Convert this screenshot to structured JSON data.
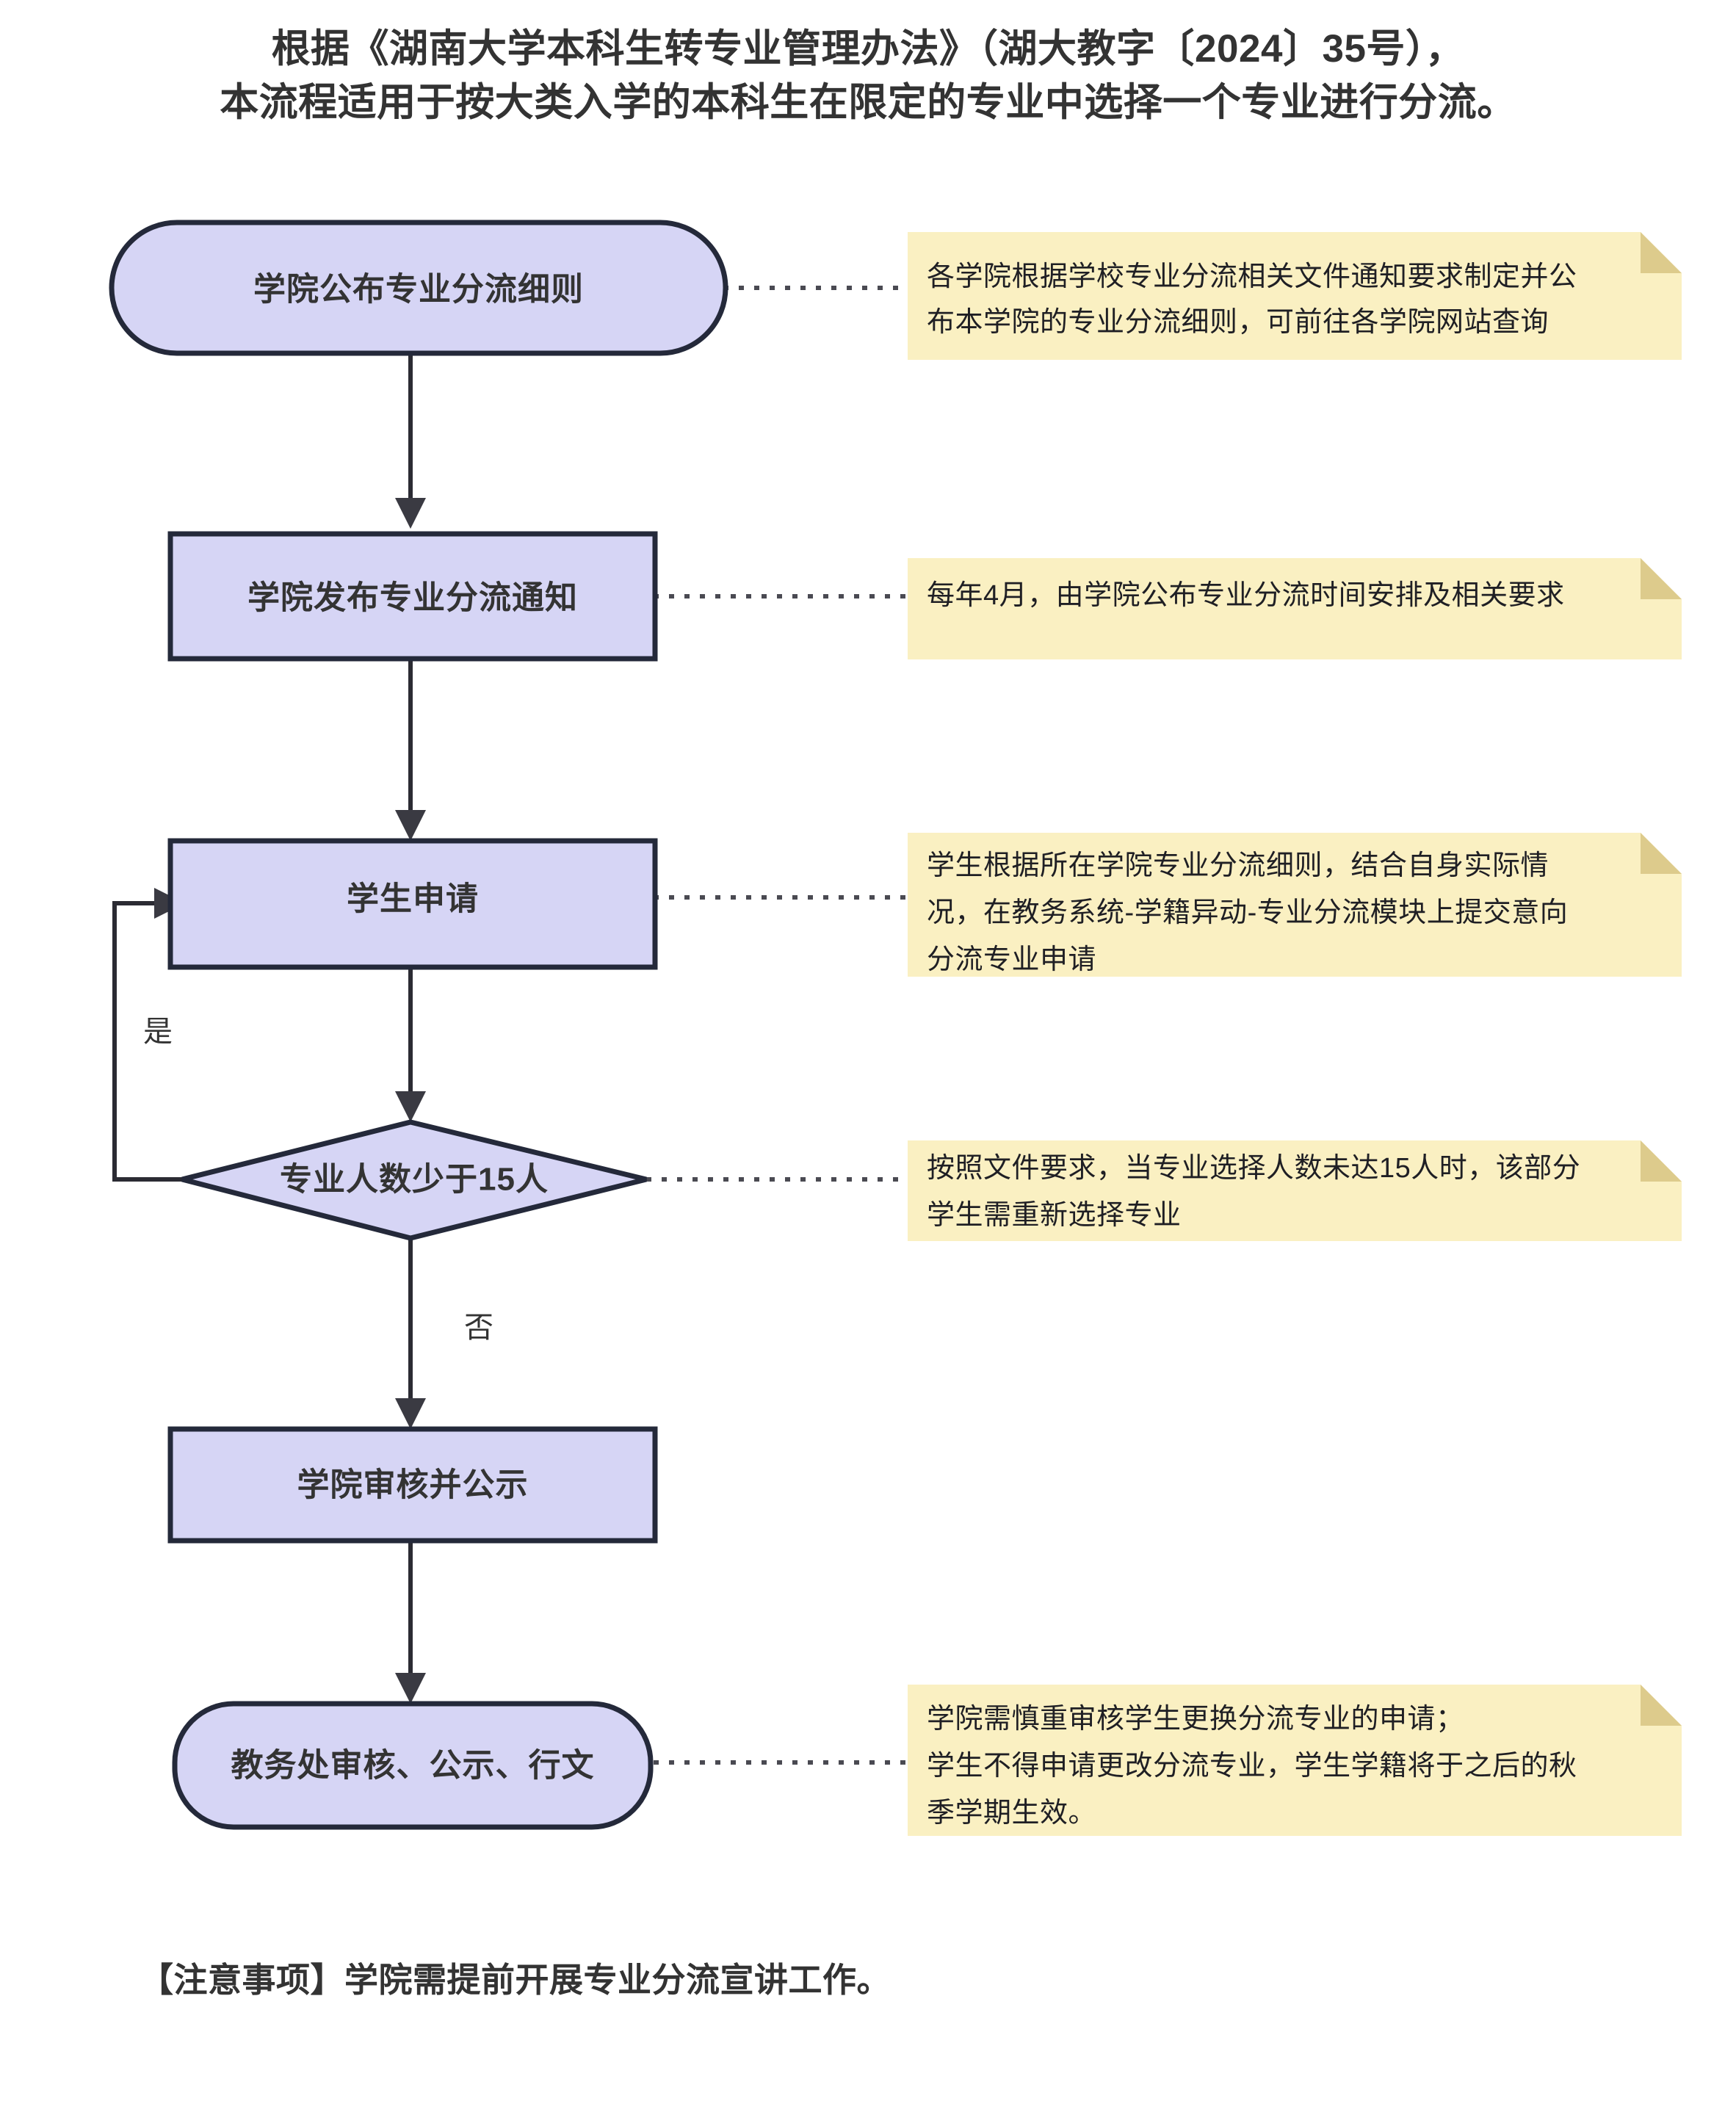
{
  "header": {
    "line1": "根据《湖南大学本科生转专业管理办法》（湖大教字〔2024〕35号），",
    "line2": "本流程适用于按大类入学的本科生在限定的专业中选择一个专业进行分流。"
  },
  "footer": {
    "note": "【注意事项】学院需提前开展专业分流宣讲工作。"
  },
  "colors": {
    "node_fill": "#d6d5f5",
    "node_stroke": "#24293a",
    "note_fill": "#faf0c2",
    "note_fold": "#ddcb8c",
    "line": "#2b2b33",
    "text": "#333333"
  },
  "flow": {
    "nodes": [
      {
        "id": "n1",
        "shape": "stadium",
        "label": "学院公布专业分流细则"
      },
      {
        "id": "n2",
        "shape": "rect",
        "label": "学院发布专业分流通知"
      },
      {
        "id": "n3",
        "shape": "rect",
        "label": "学生申请"
      },
      {
        "id": "n4",
        "shape": "diamond",
        "label": "专业人数少于15人"
      },
      {
        "id": "n5",
        "shape": "rect",
        "label": "学院审核并公示"
      },
      {
        "id": "n6",
        "shape": "stadium",
        "label": "教务处审核、公示、行文"
      }
    ],
    "branch_labels": [
      {
        "id": "yes",
        "label": "是"
      },
      {
        "id": "no",
        "label": "否"
      }
    ]
  },
  "notes": [
    {
      "id": "note1",
      "for": "学院公布专业分流细则",
      "lines": [
        "各学院根据学校专业分流相关文件通知要求制定并公",
        "布本学院的专业分流细则，可前往各学院网站查询"
      ]
    },
    {
      "id": "note2",
      "for": "学院发布专业分流通知",
      "lines": [
        "每年4月，由学院公布专业分流时间安排及相关要求"
      ]
    },
    {
      "id": "note3",
      "for": "学生申请",
      "lines": [
        "学生根据所在学院专业分流细则，结合自身实际情",
        "况，在教务系统-学籍异动-专业分流模块上提交意向",
        "分流专业申请"
      ]
    },
    {
      "id": "note4",
      "for": "专业人数少于15人",
      "lines": [
        "按照文件要求，当专业选择人数未达15人时，该部分",
        "学生需重新选择专业"
      ]
    },
    {
      "id": "note5",
      "for": "教务处审核、公示、行文",
      "lines": [
        "学院需慎重审核学生更换分流专业的申请；",
        "学生不得申请更改分流专业，学生学籍将于之后的秋",
        "季学期生效。"
      ]
    }
  ]
}
